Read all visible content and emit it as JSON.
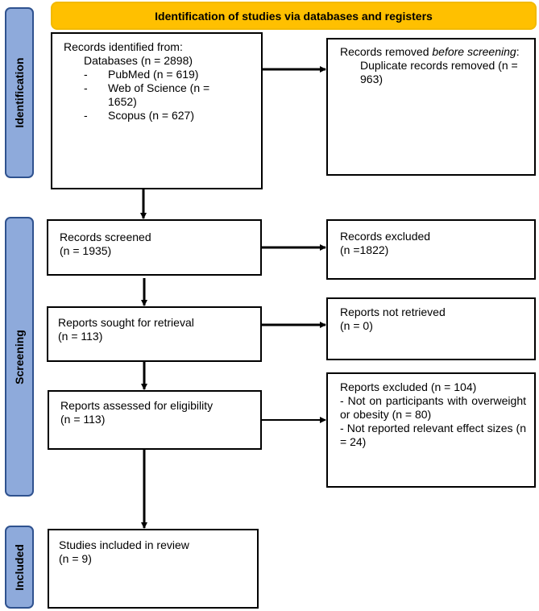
{
  "header": {
    "title": "Identification of studies via databases and registers"
  },
  "phases": {
    "identification": "Identification",
    "screening": "Screening",
    "included": "Included"
  },
  "identified": {
    "title": "Records identified from:",
    "databases": "Databases (n = 2898)",
    "sources": [
      {
        "dash": "-",
        "name": "PubMed (n = 619)"
      },
      {
        "dash": "-",
        "name": "Web of Science (n = 1652)"
      },
      {
        "dash": "-",
        "name": "Scopus (n = 627)"
      }
    ]
  },
  "removed": {
    "title_part1": "Records removed ",
    "title_italic": "before screening",
    "title_end": ":",
    "detail": "Duplicate records removed (n = 963)"
  },
  "screened": {
    "title": "Records screened",
    "count": "(n = 1935)"
  },
  "excluded": {
    "title": "Records excluded",
    "count": "(n =1822)"
  },
  "sought": {
    "title": "Reports sought for retrieval",
    "count": "(n = 113)"
  },
  "not_retrieved": {
    "title": "Reports not retrieved",
    "count": "(n = 0)"
  },
  "assessed": {
    "title": "Reports assessed for eligibility",
    "count": "(n = 113)"
  },
  "reports_excluded": {
    "title": "Reports excluded (n = 104)",
    "reason1": "- Not on participants with overweight or obesity (n = 80)",
    "reason2": "- Not reported relevant effect sizes (n = 24)"
  },
  "included": {
    "title": "Studies included in review",
    "count": "(n = 9)"
  }
}
